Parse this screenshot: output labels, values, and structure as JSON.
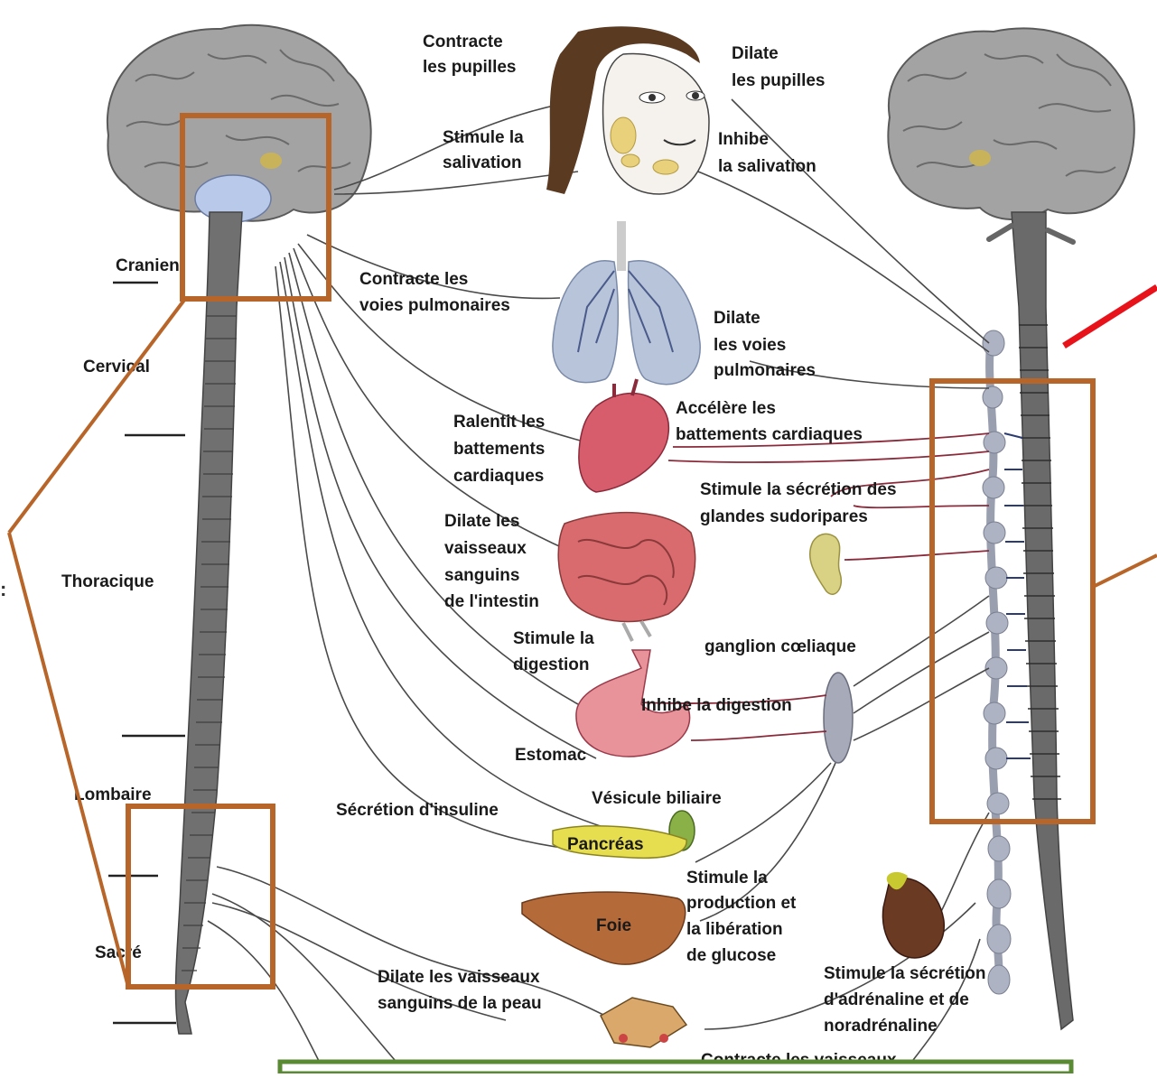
{
  "spine_levels": [
    "Cranien",
    "Cervical",
    "Thoracique",
    "Lombaire",
    "Sacré"
  ],
  "effects": {
    "pupils_contract": [
      "Contracte",
      "les pupilles"
    ],
    "pupils_dilate": [
      "Dilate",
      "les pupilles"
    ],
    "saliva_stimulate": [
      "Stimule la",
      "salivation"
    ],
    "saliva_inhibit": [
      "Inhibe",
      "la salivation"
    ],
    "lungs_contract": [
      "Contracte les",
      "voies pulmonaires"
    ],
    "lungs_dilate": [
      "Dilate",
      "les voies",
      "pulmonaires"
    ],
    "heart_slow": [
      "Ralentit les",
      "battements",
      "cardiaques"
    ],
    "heart_accelerate": [
      "Accélère les",
      "battements cardiaques"
    ],
    "sweat": [
      "Stimule la sécrétion des",
      "glandes sudoripares"
    ],
    "gut_vessels": [
      "Dilate les",
      "vaisseaux",
      "sanguins",
      "de l'intestin"
    ],
    "digestion_stimulate": [
      "Stimule la",
      "digestion"
    ],
    "celiac": "ganglion cœliaque",
    "digestion_inhibit": "Inhibe la digestion",
    "stomach": "Estomac",
    "gallbladder": "Vésicule biliaire",
    "insulin": "Sécrétion d'insuline",
    "pancreas": "Pancréas",
    "glucose": [
      "Stimule la",
      "production et",
      "la libération",
      "de glucose"
    ],
    "liver": "Foie",
    "adrenaline": [
      "Stimule la sécrétion",
      "d'adrénaline et de",
      "noradrénaline"
    ],
    "skin_vessels": [
      "Dilate les vaisseaux",
      "sanguins de la peau"
    ],
    "vessels_contract": "Contracte les vaisseaux"
  },
  "colors": {
    "highlight_box": "#b8652a",
    "arrow": "#e8121b",
    "footer_bar": "#5b8a34",
    "spinal_cord": "#6d6d6d",
    "brain": "#9a9a9a"
  }
}
